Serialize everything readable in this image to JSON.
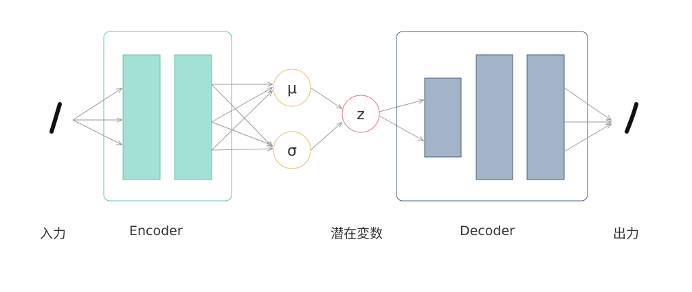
{
  "labels": {
    "input": "入力",
    "encoder": "Encoder",
    "latent": "潜在変数",
    "decoder": "Decoder",
    "output": "出力"
  },
  "nodes": {
    "mu": "μ",
    "sigma": "σ",
    "z": "z"
  },
  "colors": {
    "encoder_border": "#5cc8a8",
    "encoder_fill": "#a3e0d5",
    "encoder_stroke": "#6cc4a8",
    "decoder_border": "#4a607e",
    "decoder_fill": "#a3b4c8",
    "decoder_stroke": "#4a607e",
    "param_node_border": "#e8c070",
    "latent_node_border": "#e07880",
    "arrow": "#999999",
    "digit": "#111111"
  }
}
